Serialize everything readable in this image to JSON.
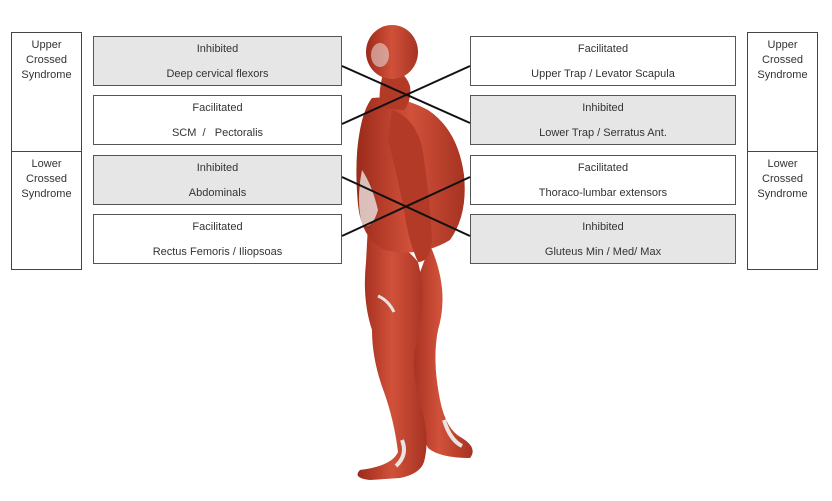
{
  "left_labels": [
    {
      "text": "Upper\nCrossed\nSyndrome"
    },
    {
      "text": "Lower\nCrossed\nSyndrome"
    }
  ],
  "right_labels": [
    {
      "text": "Upper\nCrossed\nSyndrome"
    },
    {
      "text": "Lower\nCrossed\nSyndrome"
    }
  ],
  "left_boxes": [
    {
      "status": "Inhibited",
      "muscle": "Deep cervical flexors"
    },
    {
      "status": "Facilitated",
      "muscle": "SCM  /   Pectoralis"
    },
    {
      "status": "Inhibited",
      "muscle": "Abdominals"
    },
    {
      "status": "Facilitated",
      "muscle": "Rectus Femoris / Iliopsoas"
    }
  ],
  "right_boxes": [
    {
      "status": "Facilitated",
      "muscle": "Upper Trap / Levator Scapula"
    },
    {
      "status": "Inhibited",
      "muscle": "Lower Trap / Serratus Ant."
    },
    {
      "status": "Facilitated",
      "muscle": "Thoraco-lumbar extensors"
    },
    {
      "status": "Inhibited",
      "muscle": "Gluteus Min / Med/ Max"
    }
  ],
  "colors": {
    "muscle": "#c8432b",
    "muscle_dark": "#8e2416",
    "tendon": "#e9e4e2",
    "inhibited_fill": "#e6e6e6",
    "facilitated_fill": "#ffffff"
  }
}
